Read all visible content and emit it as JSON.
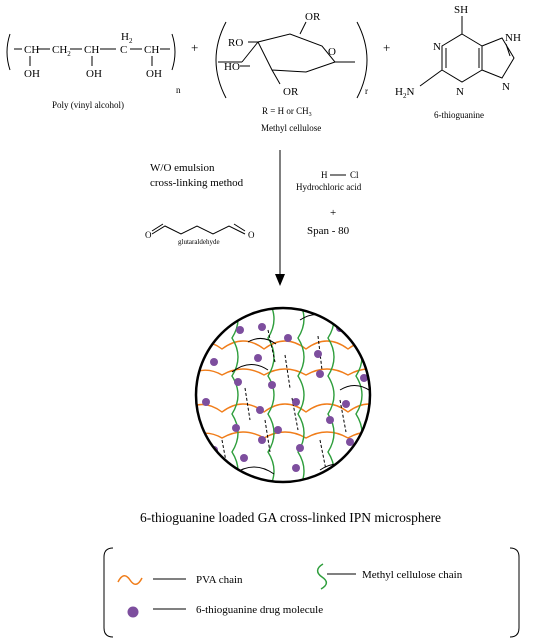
{
  "reactants": {
    "pva": {
      "name": "Poly (vinyl alcohol)",
      "ch": "CH",
      "ch2": "CH",
      "h2": "H",
      "sub2": "2",
      "oh": "OH",
      "n": "n"
    },
    "methyl_cellulose": {
      "name": "Methyl cellulose",
      "or": "OR",
      "ro": "RO",
      "ho": "HO",
      "r_def": "R = H or CH",
      "r_def_sub": "3",
      "r": "r"
    },
    "thioguanine": {
      "name": "6-thioguanine",
      "sh": "SH",
      "n": "N",
      "nh": "NH",
      "h2n": "H",
      "h2n_sub": "2",
      "h2n_n": "N"
    },
    "plus": "+"
  },
  "conditions": {
    "method_line1": "W/O emulsion",
    "method_line2": "cross-linking method",
    "hcl_h": "H",
    "hcl_cl": "Cl",
    "hcl_name": "Hydrochloric acid",
    "plus": "+",
    "span": "Span - 80",
    "ga_o": "O",
    "ga_name": "glutaraldehyde"
  },
  "product": {
    "caption": "6-thioguanine loaded GA cross-linked IPN microsphere"
  },
  "legend": {
    "pva": "PVA chain",
    "mc": "Methyl cellulose chain",
    "drug": "6-thioguanine drug molecule"
  },
  "colors": {
    "pva_chain": "#f07d1a",
    "mc_chain": "#2e9e3c",
    "drug": "#7d4e9e",
    "crosslink": "#000000"
  }
}
